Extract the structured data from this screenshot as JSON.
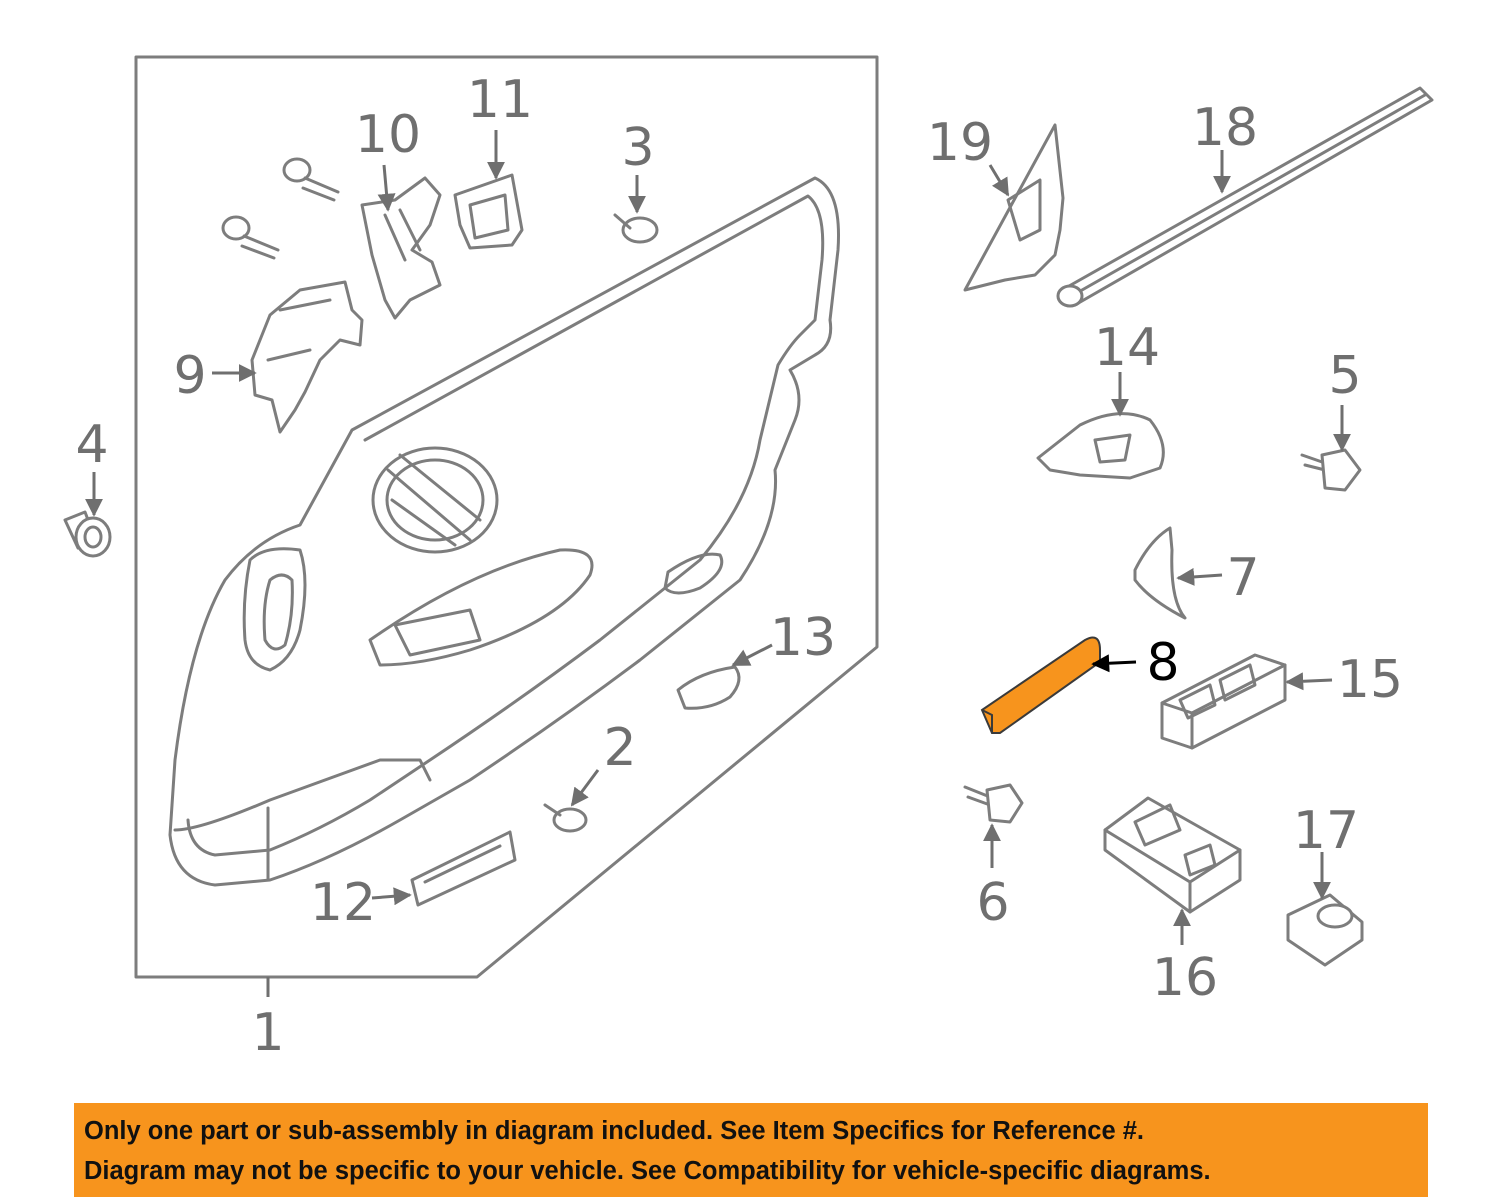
{
  "callouts": {
    "c1": "1",
    "c2": "2",
    "c3": "3",
    "c4": "4",
    "c5": "5",
    "c6": "6",
    "c7": "7",
    "c8": "8",
    "c9": "9",
    "c10": "10",
    "c11": "11",
    "c12": "12",
    "c13": "13",
    "c14": "14",
    "c15": "15",
    "c16": "16",
    "c17": "17",
    "c18": "18",
    "c19": "19"
  },
  "highlighted_part": "8",
  "colors": {
    "highlight": "#f7941d",
    "banner": "#f7941d",
    "line": "#7d7d7d"
  },
  "banner": {
    "line1": "Only one part or sub-assembly in diagram included. See Item Specifics for Reference #.",
    "line2": "Diagram may not be specific to your vehicle. See Compatibility for vehicle-specific diagrams."
  }
}
